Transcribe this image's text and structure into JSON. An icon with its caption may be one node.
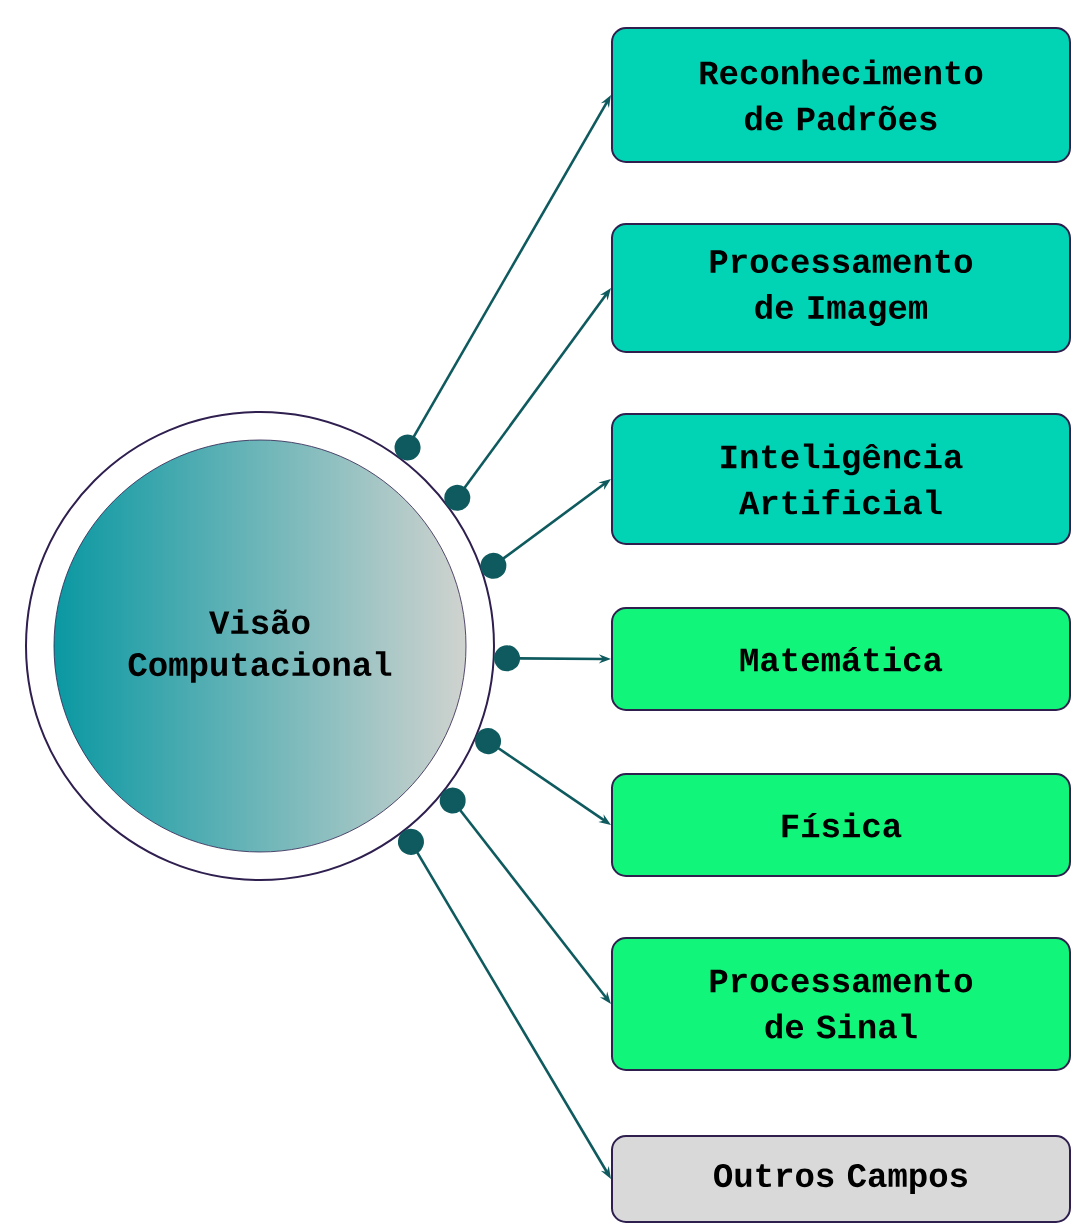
{
  "diagram": {
    "nodes": [
      {
        "text": [
          "Visão Computacional"
        ]
      },
      {
        "text": [
          "Reconhecimento de Padrões"
        ]
      },
      {
        "text": [
          "Processamento de Imagem"
        ]
      },
      {
        "text": [
          "Inteligência Artificial"
        ]
      },
      {
        "text": [
          "Matemática"
        ]
      },
      {
        "text": [
          "Física"
        ]
      },
      {
        "text": [
          "Processamento de Sinal"
        ]
      },
      {
        "text": [
          "Outros Campos"
        ]
      }
    ],
    "edges": [
      {
        "from": 0,
        "to": 1,
        "arrow": "to"
      },
      {
        "from": 0,
        "to": 2,
        "arrow": "to"
      },
      {
        "from": 0,
        "to": 3,
        "arrow": "to"
      },
      {
        "from": 0,
        "to": 4,
        "arrow": "to"
      },
      {
        "from": 0,
        "to": 5,
        "arrow": "to"
      },
      {
        "from": 0,
        "to": 6,
        "arrow": "to"
      },
      {
        "from": 0,
        "to": 7,
        "arrow": "to"
      }
    ]
  }
}
